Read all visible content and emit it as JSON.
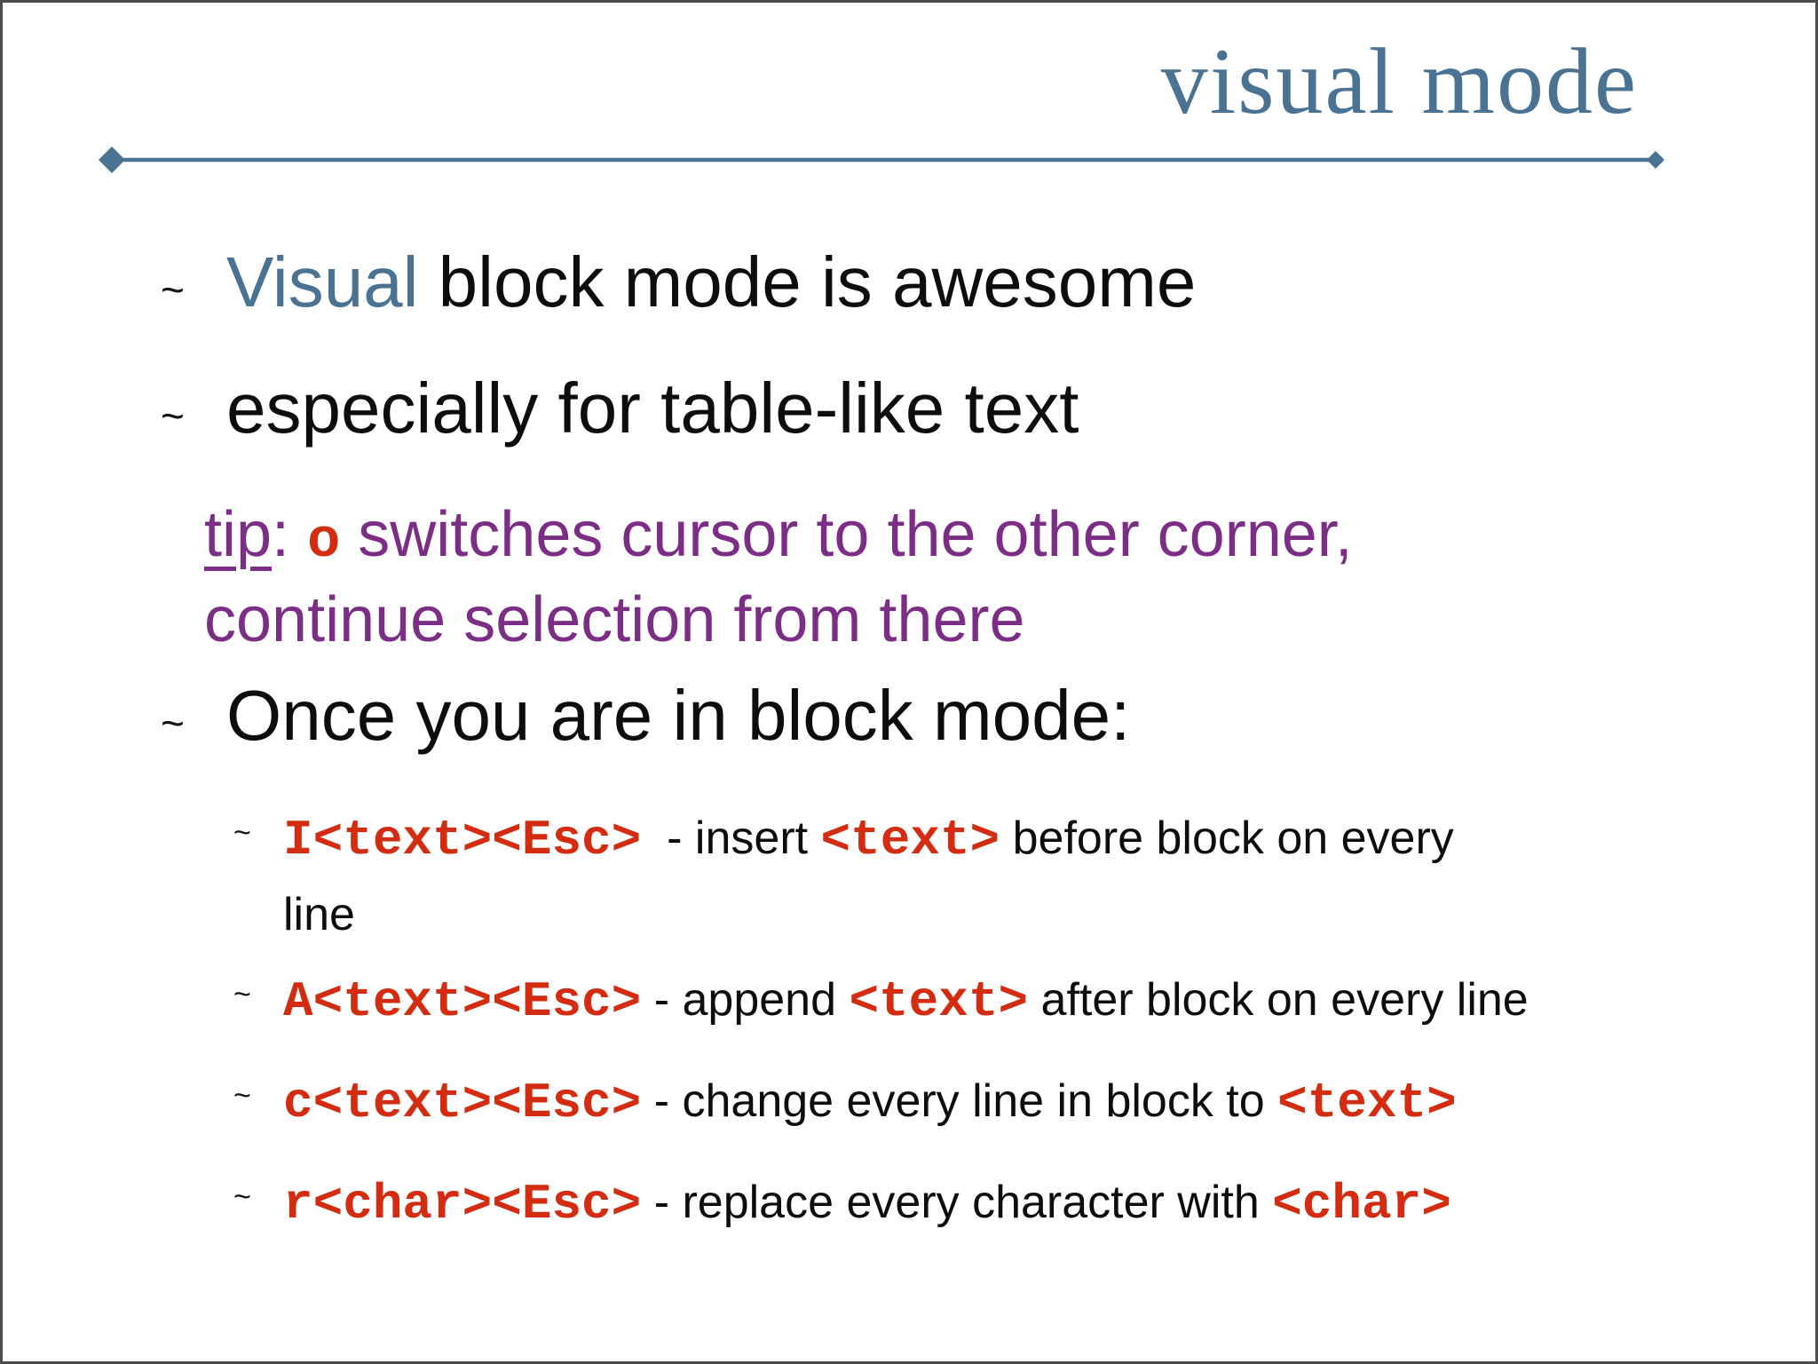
{
  "title": "visual mode",
  "marker": "~",
  "bullets": {
    "b1": {
      "highlight": "Visual",
      "rest": " block mode is awesome"
    },
    "b2": {
      "text": "especially for table-like text"
    },
    "b3": {
      "text": "Once you are in block mode:"
    }
  },
  "tip": {
    "label": "tip",
    "colon": ": ",
    "key": "o",
    "line1": " switches cursor to the other corner,",
    "line2": "continue selection from there"
  },
  "sub": [
    {
      "code": "I<text><Esc>",
      "mid": "  - insert ",
      "code2": "<text>",
      "rest": " before block on every",
      "rest2": "line"
    },
    {
      "code": "A<text><Esc>",
      "mid": " - append ",
      "code2": "<text>",
      "rest": " after block on every line"
    },
    {
      "code": "c<text><Esc>",
      "mid": " - change every line in block to ",
      "code2": "<text>",
      "rest": ""
    },
    {
      "code": "r<char><Esc>",
      "mid": " - replace every character with ",
      "code2": "<char>",
      "rest": ""
    }
  ],
  "colors": {
    "accent_blue": "#4a7293",
    "purple": "#7c2d85",
    "code_red": "#d32c10",
    "text": "#0d0d0d",
    "border": "#4c4c4c",
    "background": "#ffffff"
  }
}
